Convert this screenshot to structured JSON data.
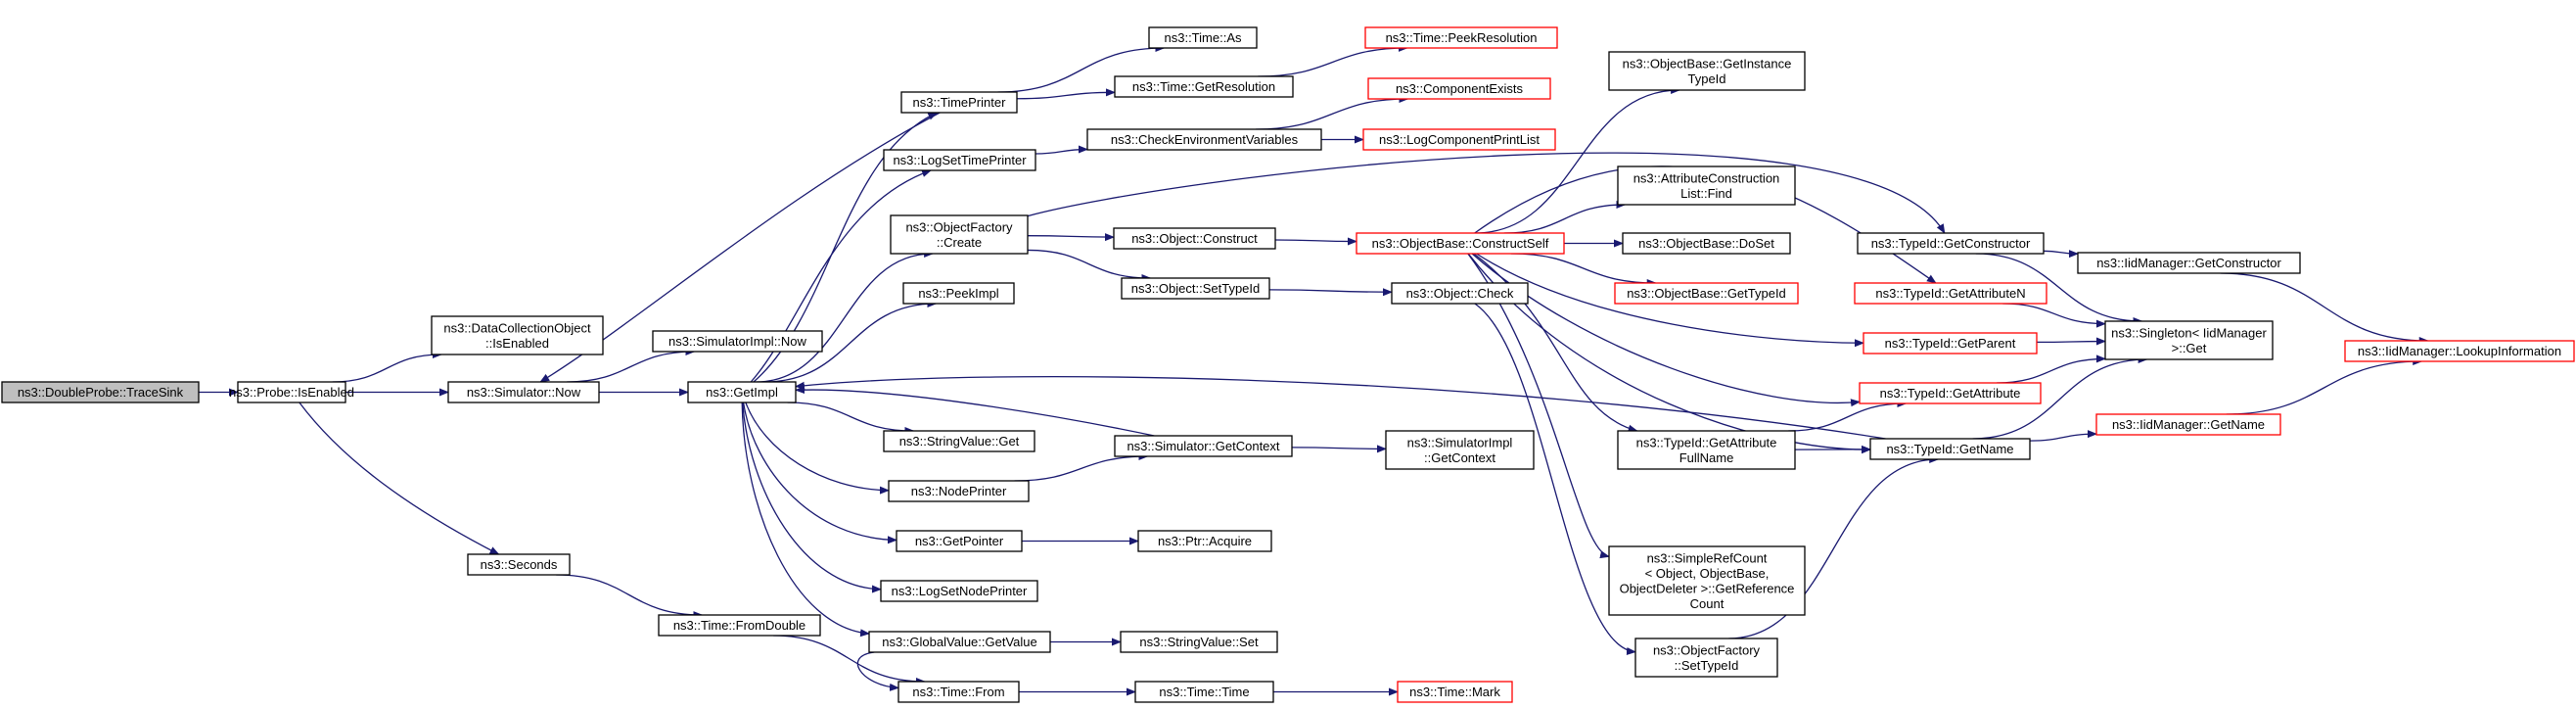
{
  "colors": {
    "edge": "#191970",
    "box_border": "#000000",
    "unresolved_border": "#ff0000",
    "root_fill": "#bfbfbf",
    "background": "#ffffff"
  },
  "nodes": {
    "traceSink": {
      "lines": [
        "ns3::DoubleProbe::TraceSink"
      ]
    },
    "probeIsEnabled": {
      "lines": [
        "ns3::Probe::IsEnabled"
      ]
    },
    "dcoIsEnabled": {
      "lines": [
        "ns3::DataCollectionObject",
        "::IsEnabled"
      ]
    },
    "simNow": {
      "lines": [
        "ns3::Simulator::Now"
      ]
    },
    "seconds": {
      "lines": [
        "ns3::Seconds"
      ]
    },
    "simImplNow": {
      "lines": [
        "ns3::SimulatorImpl::Now"
      ]
    },
    "timePrinter": {
      "lines": [
        "ns3::TimePrinter"
      ]
    },
    "getImpl": {
      "lines": [
        "ns3::GetImpl"
      ]
    },
    "timeFromDouble": {
      "lines": [
        "ns3::Time::FromDouble"
      ]
    },
    "timeAs": {
      "lines": [
        "ns3::Time::As"
      ]
    },
    "timeGetRes": {
      "lines": [
        "ns3::Time::GetResolution"
      ]
    },
    "timePeekRes": {
      "lines": [
        "ns3::Time::PeekResolution"
      ]
    },
    "logSetTimePrinter": {
      "lines": [
        "ns3::LogSetTimePrinter"
      ]
    },
    "checkEnv": {
      "lines": [
        "ns3::CheckEnvironmentVariables"
      ]
    },
    "compExists": {
      "lines": [
        "ns3::ComponentExists"
      ]
    },
    "logCompPrintList": {
      "lines": [
        "ns3::LogComponentPrintList"
      ]
    },
    "objFactoryCreate": {
      "lines": [
        "ns3::ObjectFactory",
        "::Create"
      ]
    },
    "objConstruct": {
      "lines": [
        "ns3::Object::Construct"
      ]
    },
    "objSetTypeId": {
      "lines": [
        "ns3::Object::SetTypeId"
      ]
    },
    "peekImpl": {
      "lines": [
        "ns3::PeekImpl"
      ]
    },
    "constructSelf": {
      "lines": [
        "ns3::ObjectBase::ConstructSelf"
      ]
    },
    "objCheck": {
      "lines": [
        "ns3::Object::Check"
      ]
    },
    "getInstanceTypeId": {
      "lines": [
        "ns3::ObjectBase::GetInstance",
        "TypeId"
      ]
    },
    "attrConstrFind": {
      "lines": [
        "ns3::AttributeConstruction",
        "List::Find"
      ]
    },
    "doSet": {
      "lines": [
        "ns3::ObjectBase::DoSet"
      ]
    },
    "objBaseGetTypeId": {
      "lines": [
        "ns3::ObjectBase::GetTypeId"
      ]
    },
    "getAttrFullName": {
      "lines": [
        "ns3::TypeId::GetAttribute",
        "FullName"
      ]
    },
    "refCount": {
      "lines": [
        "ns3::SimpleRefCount",
        "< Object, ObjectBase,",
        "ObjectDeleter >::GetReference",
        "Count"
      ]
    },
    "objFactorySetTypeId": {
      "lines": [
        "ns3::ObjectFactory",
        "::SetTypeId"
      ]
    },
    "stringValueGet": {
      "lines": [
        "ns3::StringValue::Get"
      ]
    },
    "simGetContext": {
      "lines": [
        "ns3::Simulator::GetContext"
      ]
    },
    "simImplGetContext": {
      "lines": [
        "ns3::SimulatorImpl",
        "::GetContext"
      ]
    },
    "nodePrinter": {
      "lines": [
        "ns3::NodePrinter"
      ]
    },
    "getPointer": {
      "lines": [
        "ns3::GetPointer"
      ]
    },
    "ptrAcquire": {
      "lines": [
        "ns3::Ptr::Acquire"
      ]
    },
    "logSetNodePrinter": {
      "lines": [
        "ns3::LogSetNodePrinter"
      ]
    },
    "gvGetValue": {
      "lines": [
        "ns3::GlobalValue::GetValue"
      ]
    },
    "stringValueSet": {
      "lines": [
        "ns3::StringValue::Set"
      ]
    },
    "timeFrom": {
      "lines": [
        "ns3::Time::From"
      ]
    },
    "timeTime": {
      "lines": [
        "ns3::Time::Time"
      ]
    },
    "timeMark": {
      "lines": [
        "ns3::Time::Mark"
      ]
    },
    "typeIdGetConstructor": {
      "lines": [
        "ns3::TypeId::GetConstructor"
      ]
    },
    "typeIdGetAttributeN": {
      "lines": [
        "ns3::TypeId::GetAttributeN"
      ]
    },
    "typeIdGetParent": {
      "lines": [
        "ns3::TypeId::GetParent"
      ]
    },
    "typeIdGetAttribute": {
      "lines": [
        "ns3::TypeId::GetAttribute"
      ]
    },
    "typeIdGetName": {
      "lines": [
        "ns3::TypeId::GetName"
      ]
    },
    "singletonGet": {
      "lines": [
        "ns3::Singleton< IidManager",
        ">::Get"
      ]
    },
    "iidGetConstructor": {
      "lines": [
        "ns3::IidManager::GetConstructor"
      ]
    },
    "iidGetName": {
      "lines": [
        "ns3::IidManager::GetName"
      ]
    },
    "iidLookup": {
      "lines": [
        "ns3::IidManager::LookupInformation"
      ]
    }
  }
}
